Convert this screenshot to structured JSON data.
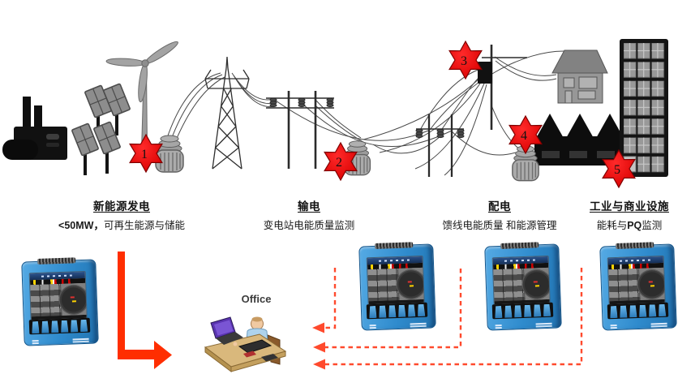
{
  "stages": [
    {
      "title": "新能源发电",
      "sub": [
        {
          "t": "<50MW，",
          "b": true
        },
        {
          "t": "可再生能源与储能",
          "b": false
        }
      ]
    },
    {
      "title": "输电",
      "sub": [
        {
          "t": "变电站电能质量监测",
          "b": false
        }
      ]
    },
    {
      "title": "配电",
      "sub": [
        {
          "t": "馈线电能质量 和能源管理",
          "b": false
        }
      ]
    },
    {
      "title": "工业与商业设施",
      "sub": [
        {
          "t": "能耗与",
          "b": false
        },
        {
          "t": "PQ",
          "b": true
        },
        {
          "t": "监测",
          "b": false
        }
      ]
    }
  ],
  "markers": [
    "1",
    "2",
    "3",
    "4",
    "5"
  ],
  "office": {
    "label": "Office"
  },
  "colors": {
    "marker_red": "#f20000",
    "marker_outline": "#7e0000",
    "solid_arrow": "#ff2e00",
    "dashed_arrow": "#ff4a2d",
    "meter_blue": "#2f8bcd",
    "illustration_gray": "#8f8f8f",
    "silhouette_black": "#0d0d0d"
  }
}
